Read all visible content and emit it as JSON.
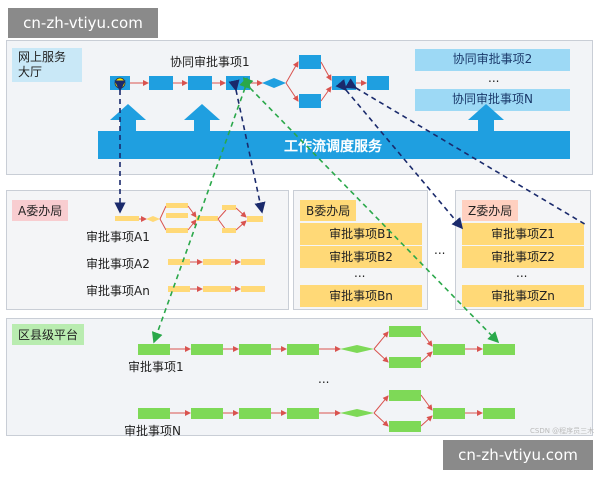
{
  "watermark": {
    "top": "cn-zh-vtiyu.com",
    "bottom": "cn-zh-vtiyu.com"
  },
  "top_panel": {
    "title": "网上服务大厅",
    "flow_label": "协同审批事项1",
    "side_items": [
      "协同审批事项2",
      "...",
      "协同审批事项N"
    ],
    "service_bar": "工作流调度服务"
  },
  "panel_a": {
    "title": "A委办局",
    "items": [
      "审批事项A1",
      "审批事项A2",
      "审批事项An"
    ]
  },
  "panel_b": {
    "title": "B委办局",
    "items": [
      "审批事项B1",
      "审批事项B2",
      "...",
      "审批事项Bn"
    ]
  },
  "panel_dots": "...",
  "panel_z": {
    "title": "Z委办局",
    "items": [
      "审批事项Z1",
      "审批事项Z2",
      "...",
      "审批事项Zn"
    ]
  },
  "district": {
    "title": "区县级平台",
    "items": [
      "审批事项1",
      "...",
      "审批事项N"
    ]
  },
  "credit": "CSDN @程序员三木",
  "colors": {
    "blue": "#1f9fe0",
    "light_blue": "#9dd9f5",
    "yellow": "#ffd977",
    "green": "#7ed957",
    "red_arrow": "#d9534f",
    "navy_dash": "#1a2a6c",
    "green_dash": "#2aa84a"
  }
}
